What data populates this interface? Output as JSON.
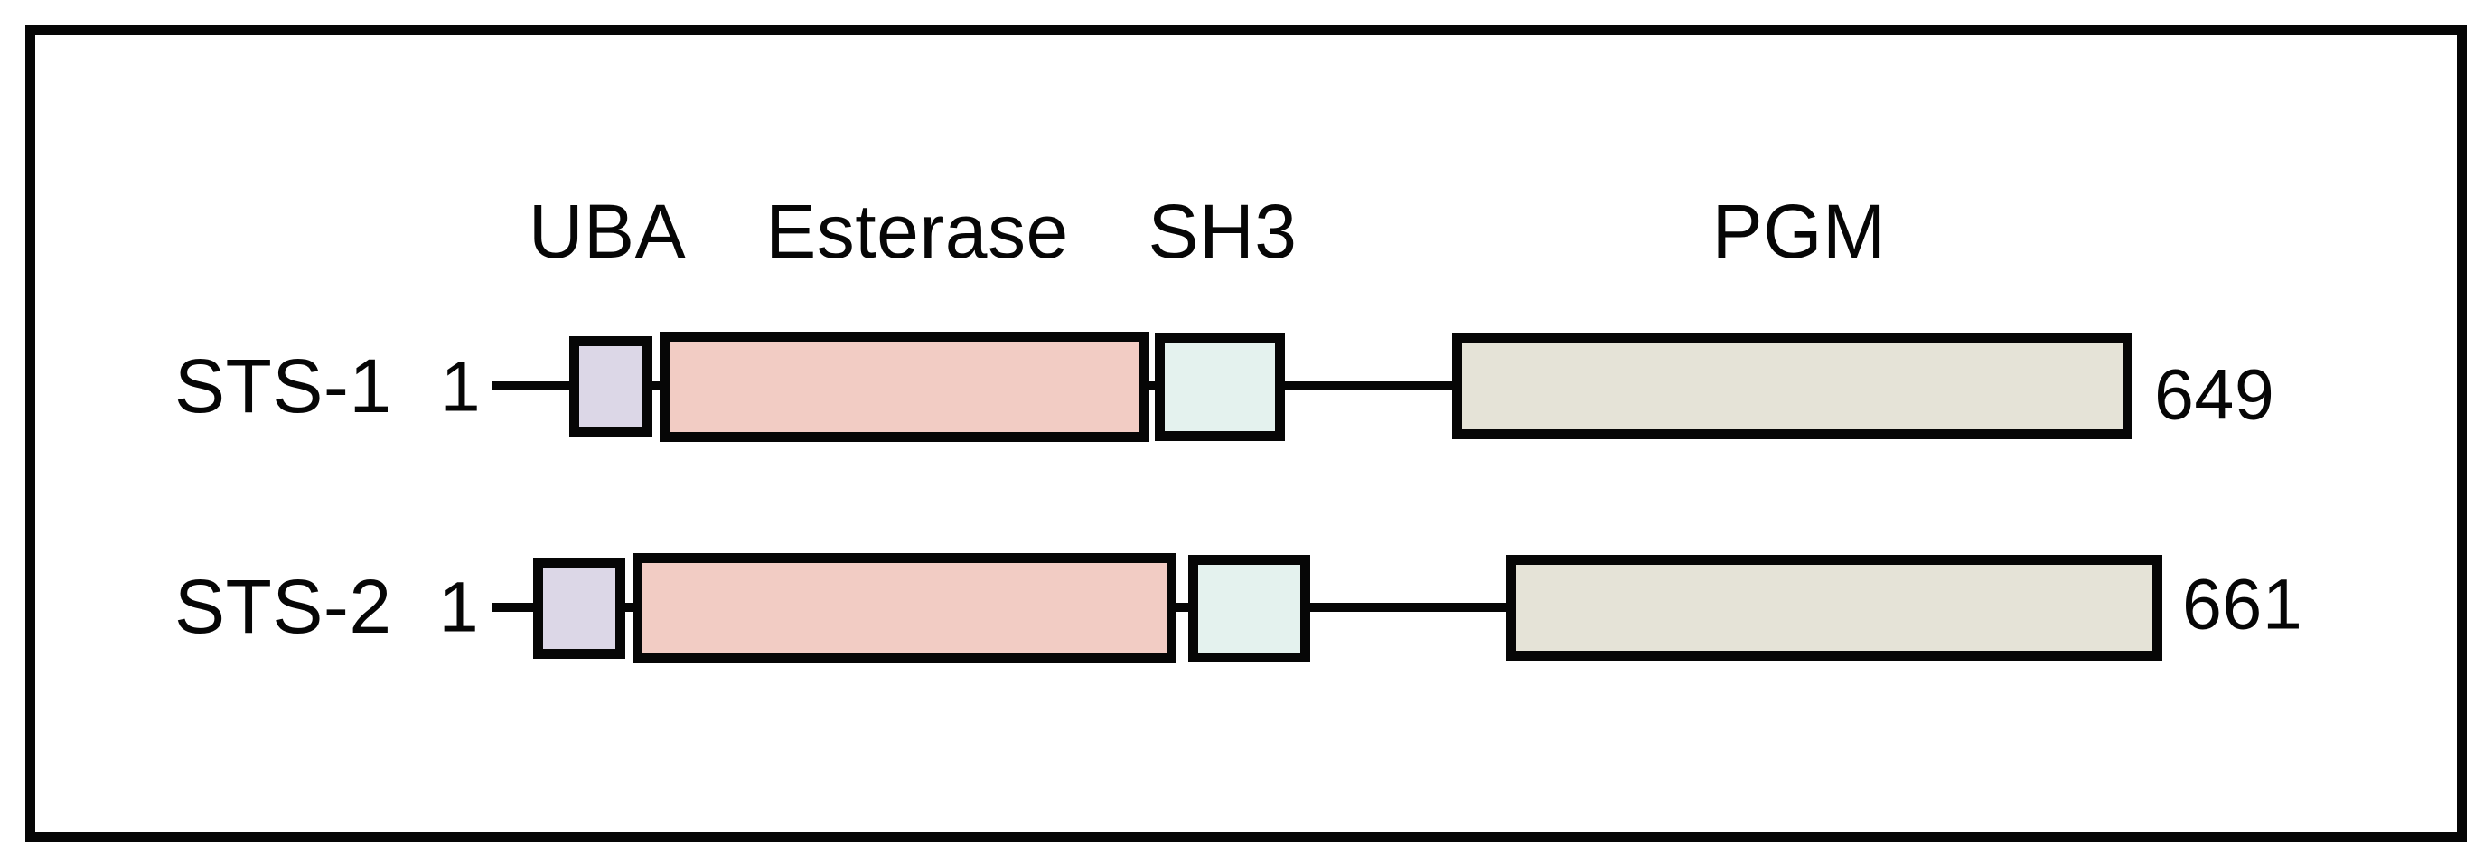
{
  "figure": {
    "type": "protein-domain-architecture-diagram",
    "background_color": "#ffffff",
    "outline_color": "#060606"
  },
  "domain_labels": [
    {
      "text": "UBA"
    },
    {
      "text": "Esterase"
    },
    {
      "text": "SH3"
    },
    {
      "text": "PGM"
    }
  ],
  "domain_colors": {
    "uba": "#dcd7e7",
    "esterase": "#f2ccc4",
    "sh3": "#e4f2ee",
    "pgm": "#e5e3d7"
  },
  "proteins": [
    {
      "name": "STS-1",
      "start_label": "1",
      "end_label": "649",
      "domains": [
        "UBA",
        "Esterase",
        "SH3",
        "PGM"
      ]
    },
    {
      "name": "STS-2",
      "start_label": "1",
      "end_label": "661",
      "domains": [
        "UBA",
        "Esterase",
        "SH3",
        "PGM"
      ]
    }
  ]
}
